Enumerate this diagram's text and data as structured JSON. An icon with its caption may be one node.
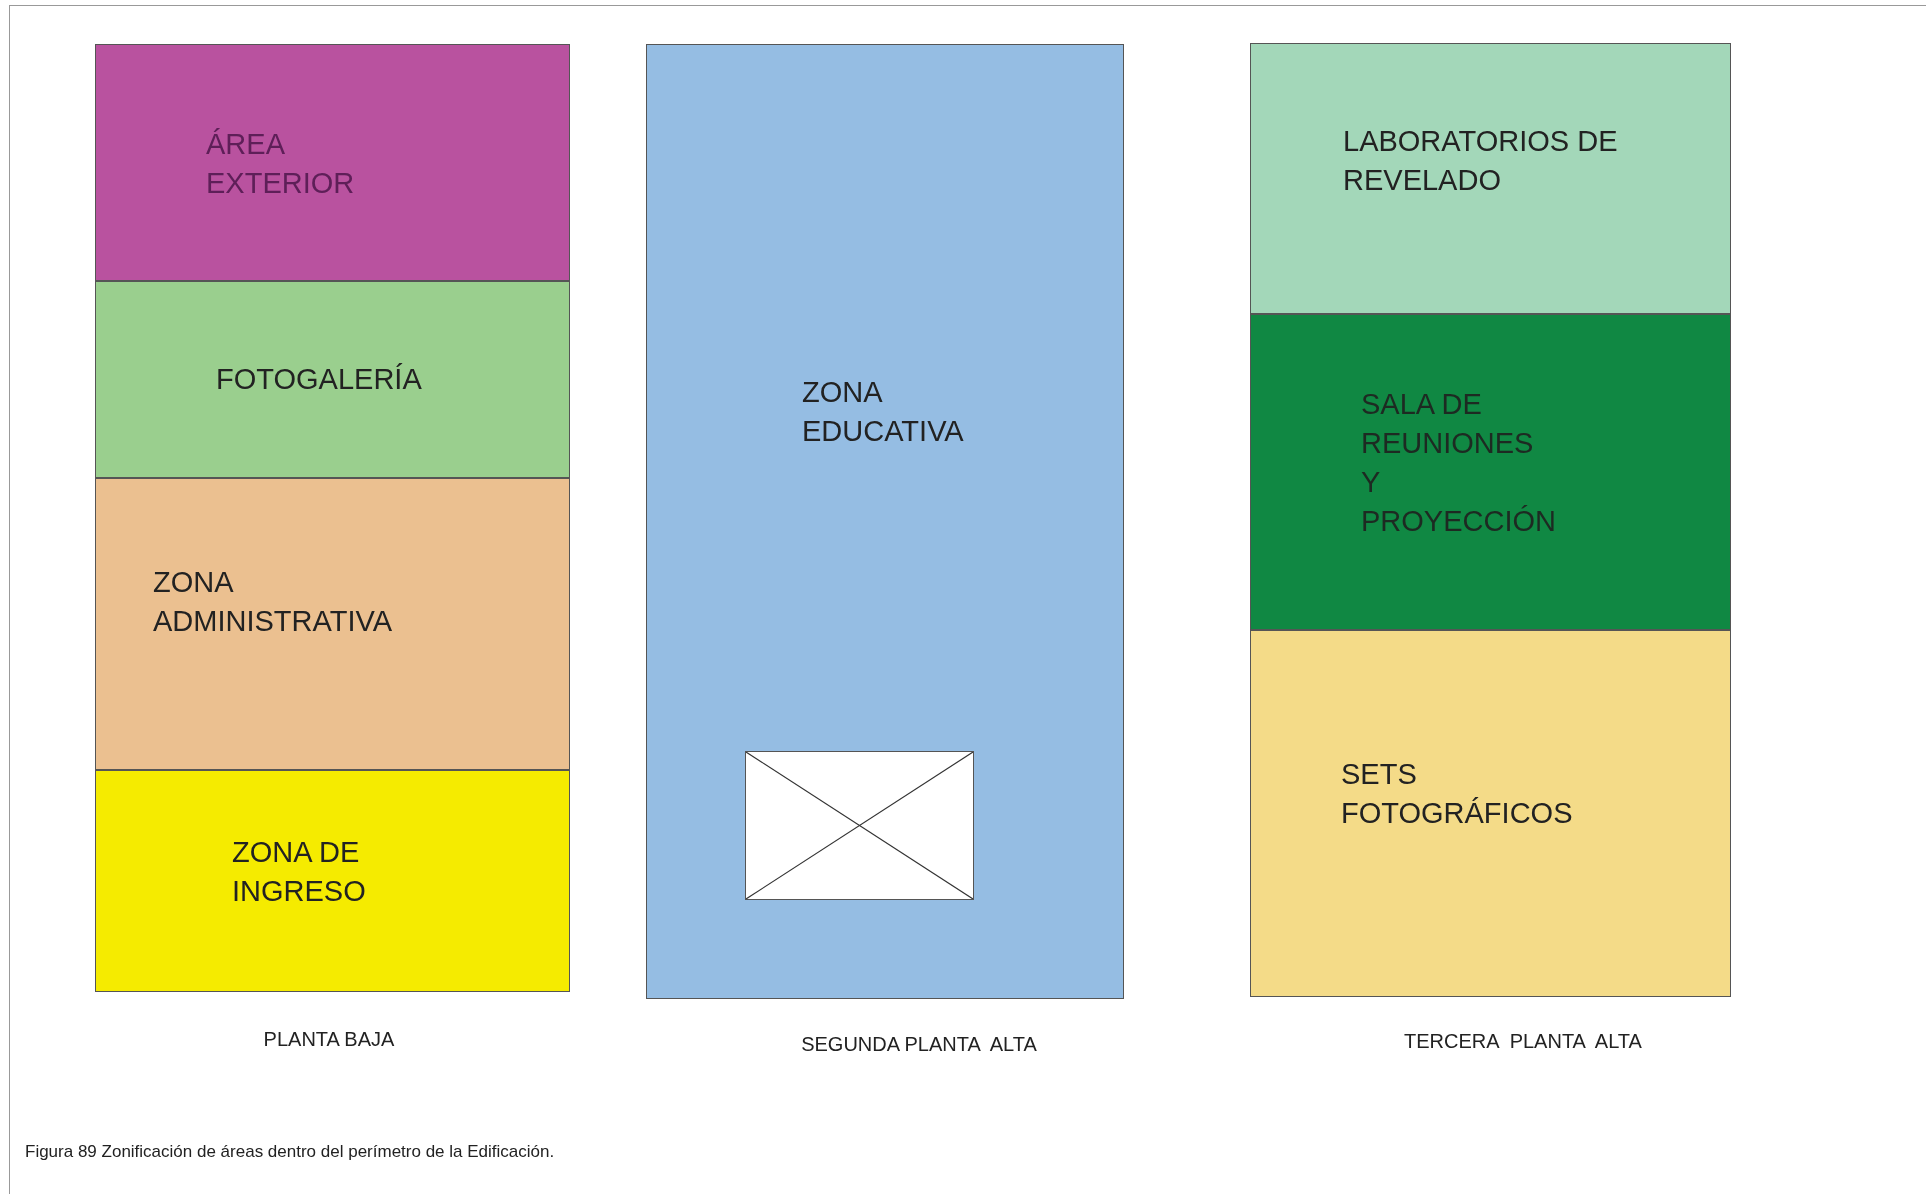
{
  "diagram": {
    "caption": "Figura 89 Zonificación de áreas dentro del perímetro de la Edificación.",
    "nodes": [
      {
        "text": [
          "ÁREA EXTERIOR"
        ]
      },
      {
        "text": [
          "FOTOGALERÍA"
        ]
      },
      {
        "text": [
          "ZONA ADMINISTRATIVA"
        ]
      },
      {
        "text": [
          "ZONA DE INGRESO"
        ]
      },
      {
        "text": [
          "ZONA EDUCATIVA"
        ]
      },
      {
        "text": [],
        "shape": "box",
        "in": 4
      },
      {
        "text": [
          "LABORATORIOS DE REVELADO"
        ]
      },
      {
        "text": [
          "SALA DE REUNIONES",
          "Y",
          "PROYECCIÓN"
        ]
      },
      {
        "text": [
          "SETS FOTOGRÁFICOS"
        ]
      }
    ],
    "labels": [
      "PLANTA BAJA",
      "SEGUNDA PLANTA  ALTA",
      "TERCERA  PLANTA  ALTA"
    ]
  }
}
